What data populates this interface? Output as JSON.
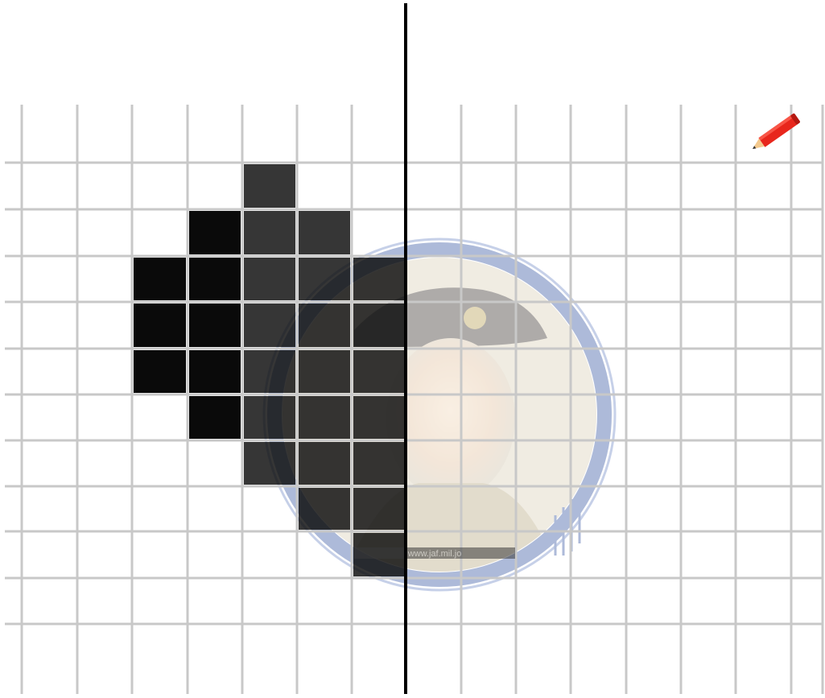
{
  "exercise": {
    "type": "symmetry-drawing-grid",
    "grid": {
      "columns": 15,
      "rows": 12,
      "line_color": "#c8c8c8"
    },
    "mirror_line_column": 7,
    "shaded_cells": [
      [
        4,
        2
      ],
      [
        3,
        3
      ],
      [
        4,
        3
      ],
      [
        5,
        3
      ],
      [
        2,
        4
      ],
      [
        3,
        4
      ],
      [
        4,
        4
      ],
      [
        5,
        4
      ],
      [
        6,
        4
      ],
      [
        2,
        5
      ],
      [
        3,
        5
      ],
      [
        4,
        5
      ],
      [
        5,
        5
      ],
      [
        6,
        5
      ],
      [
        2,
        6
      ],
      [
        3,
        6
      ],
      [
        4,
        6
      ],
      [
        5,
        6
      ],
      [
        6,
        6
      ],
      [
        3,
        7
      ],
      [
        4,
        7
      ],
      [
        5,
        7
      ],
      [
        6,
        7
      ],
      [
        4,
        8
      ],
      [
        5,
        8
      ],
      [
        6,
        8
      ],
      [
        5,
        9
      ],
      [
        6,
        9
      ],
      [
        6,
        10
      ]
    ],
    "cell_color": "#0a0a0a",
    "mirror_line_color": "#000000",
    "pencil_icon": "pencil-icon",
    "pencil_color": "#e8261c"
  },
  "watermark": {
    "url_text": "www.jaf.mil.jo",
    "ring_color": "#1d3f8a"
  }
}
